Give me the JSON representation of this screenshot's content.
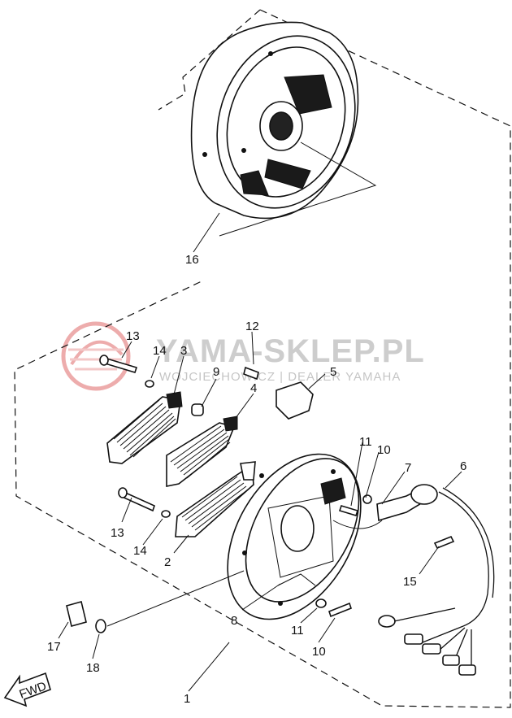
{
  "watermark": {
    "brand": "YAMA-SKLEP.PL",
    "subtitle": "WOJCIECHOWICZ | DEALER YAMAHA"
  },
  "fwd_label": "FWD",
  "callouts": [
    "1",
    "2",
    "3",
    "4",
    "5",
    "6",
    "7",
    "8",
    "9",
    "10",
    "11",
    "12",
    "13",
    "14",
    "15",
    "16",
    "17",
    "18"
  ],
  "callout_labels": {
    "c16": "16",
    "c13a": "13",
    "c14a": "14",
    "c3": "3",
    "c12": "12",
    "c9": "9",
    "c4": "4",
    "c5": "5",
    "c11a": "11",
    "c10a": "10",
    "c7": "7",
    "c6": "6",
    "c13b": "13",
    "c14b": "14",
    "c2": "2",
    "c15": "15",
    "c8": "8",
    "c11b": "11",
    "c10b": "10",
    "c17": "17",
    "c18": "18",
    "c1": "1"
  }
}
